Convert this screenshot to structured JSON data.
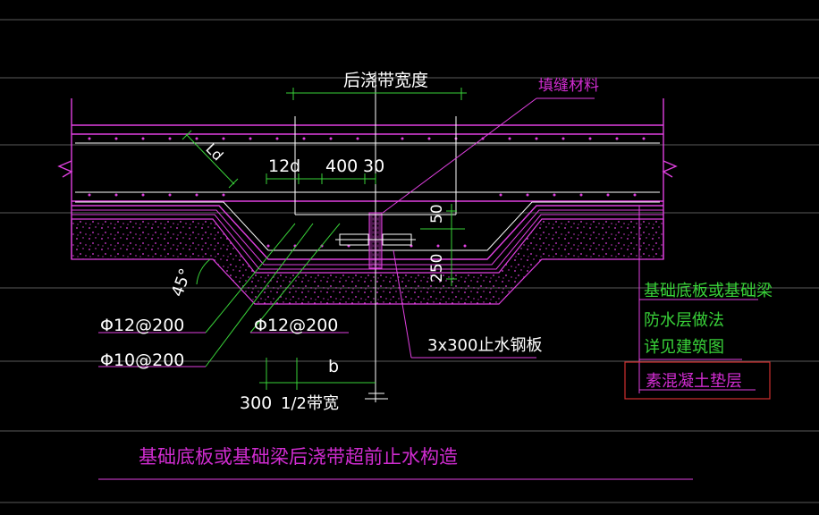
{
  "labels": {
    "pour_strip_width": "后浇带宽度",
    "filler_material": "填缝材料",
    "ld": "Ld",
    "dim_12d": "12d",
    "dim_400": "400",
    "dim_30": "30",
    "dim_50": "50",
    "dim_250": "250",
    "angle_45": "45°",
    "rebar_12_200_left": "Φ12@200",
    "rebar_12_200_mid": "Φ12@200",
    "rebar_10_200": "Φ10@200",
    "steel_plate": "3x300止水钢板",
    "dim_b": "b",
    "dim_300": "300",
    "half_width": "1/2带宽",
    "legend_base": "基础底板或基础梁",
    "legend_waterproof_1": "防水层做法",
    "legend_waterproof_2": "详见建筑图",
    "legend_cushion": "素混凝土垫层",
    "title": "基础底板或基础梁后浇带超前止水构造"
  },
  "colors": {
    "background": "#000000",
    "outline": "#e040e0",
    "green": "#39d239",
    "white": "#ffffff",
    "cushion_box": "#d03030",
    "gridline": "#5a5a5a"
  }
}
